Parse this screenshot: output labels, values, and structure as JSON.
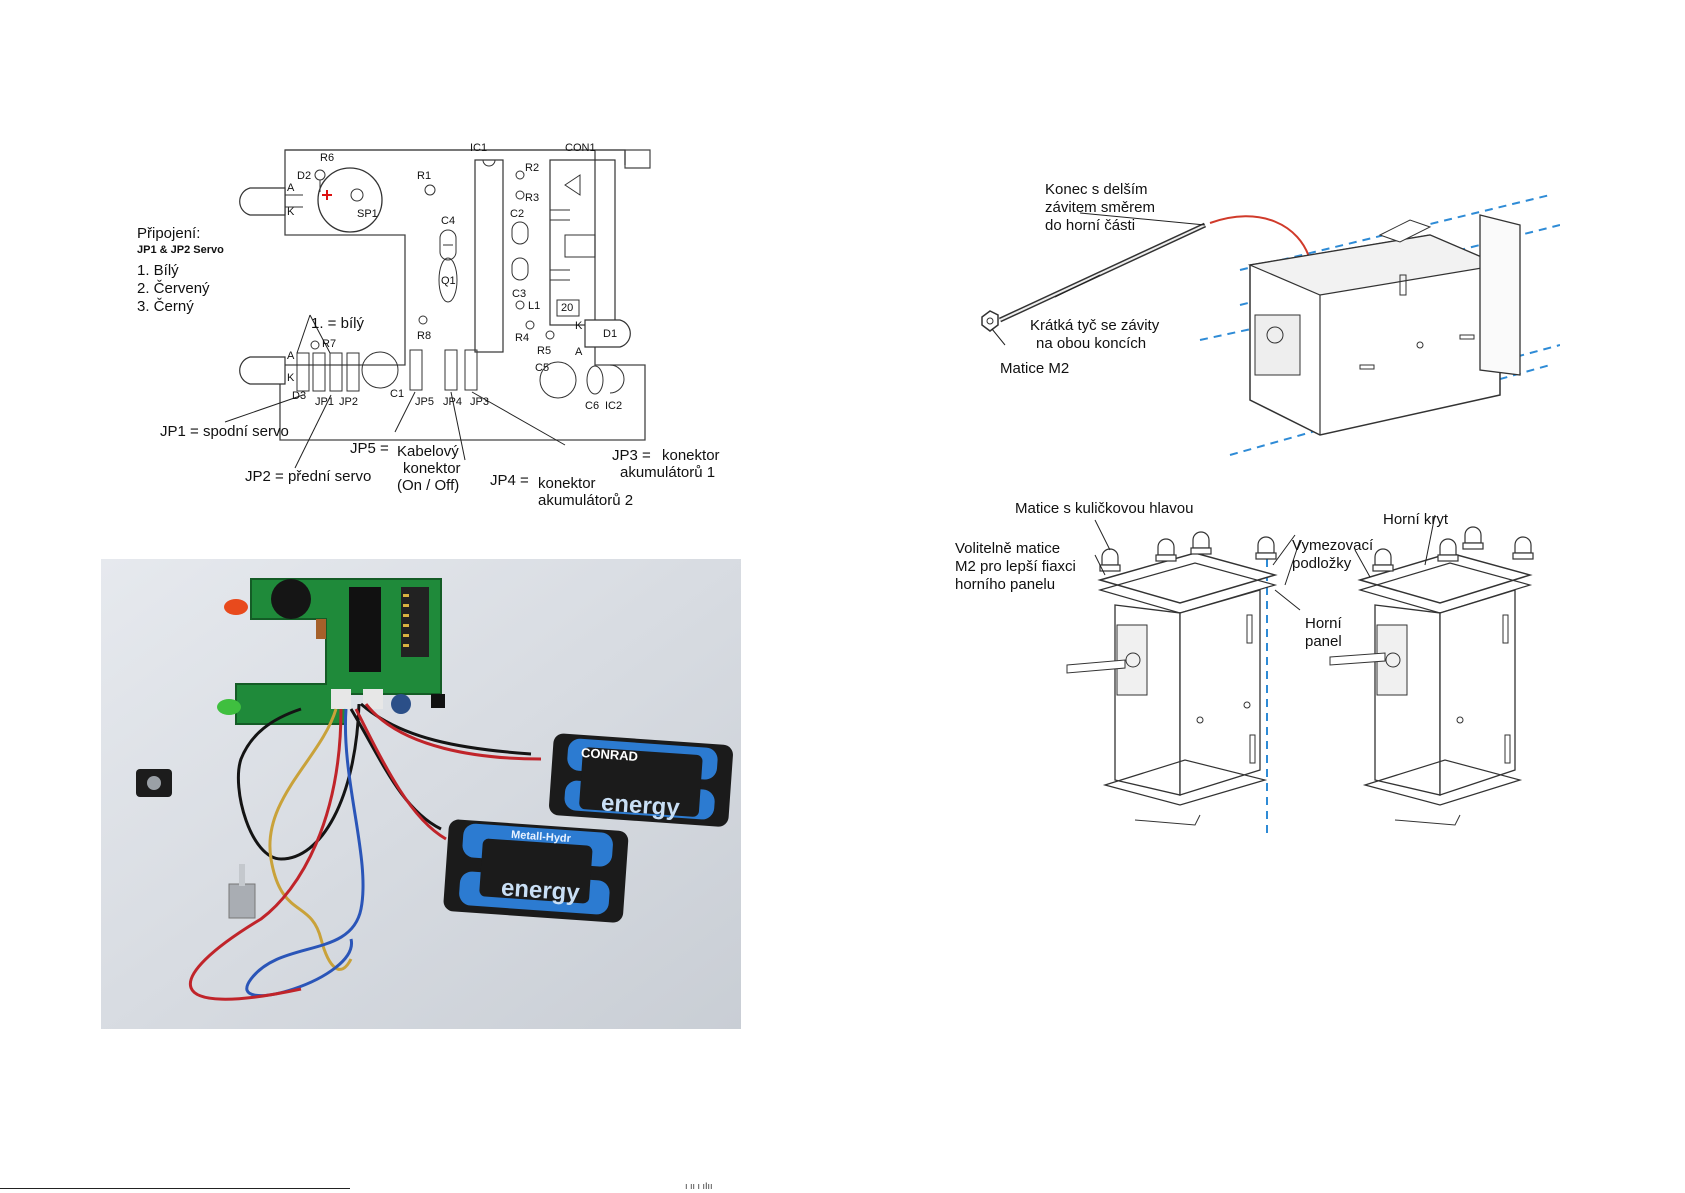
{
  "schematic": {
    "connection_title": "Připojení:",
    "connection_subtitle": "JP1 & JP2 Servo",
    "wire_1": "1. Bílý",
    "wire_2": "2. Červený",
    "wire_3": "3. Černý",
    "pin1_note": "1. = bílý",
    "components": {
      "r6": "R6",
      "d2": "D2",
      "a_top": "A",
      "k_top": "K",
      "sp1": "SP1",
      "r1": "R1",
      "ic1": "IC1",
      "con1": "CON1",
      "r2": "R2",
      "r3": "R3",
      "c2": "C2",
      "c4": "C4",
      "q1": "Q1",
      "c3": "C3",
      "l1": "L1",
      "r8": "R8",
      "r4": "R4",
      "r5": "R5",
      "con_num": "20",
      "d1": "D1",
      "k_d1": "K",
      "a_d1": "A",
      "c5": "C5",
      "c6": "C6",
      "ic2": "IC2",
      "r7": "R7",
      "a_low": "A",
      "k_low": "K",
      "d3": "D3",
      "c1": "C1",
      "jp1": "JP1",
      "jp2": "JP2",
      "jp5": "JP5",
      "jp4": "JP4",
      "jp3": "JP3"
    },
    "legend": {
      "jp1": "JP1 =  spodní servo",
      "jp2": "JP2 = přední servo",
      "jp5_key": "JP5 =",
      "jp5_line1": "Kabelový",
      "jp5_line2": "konektor",
      "jp5_line3": "(On / Off)",
      "jp4_key": "JP4 =",
      "jp4_line1": "konektor",
      "jp4_line2": "akumulátorů 2",
      "jp3_key": "JP3 =",
      "jp3_line1": "konektor",
      "jp3_line2": "akumulátorů 1"
    }
  },
  "photo": {
    "battery_brand_1": "CONRAD",
    "battery_brand_2": "energy",
    "battery_text_1": "Metall-Hydr",
    "battery_text_2": "energy"
  },
  "assembly_top": {
    "rod_end": [
      "Konec s delším",
      "závitem směrem",
      "do horní části"
    ],
    "short_rod": [
      "Krátká tyč se závity",
      "na obou koncích"
    ],
    "nut": "Matice M2"
  },
  "assembly_bottom": {
    "ball_nut": "Matice s kuličkovou hlavou",
    "optional_nut": [
      "Volitelně matice",
      "M2 pro lepší fiaxci",
      "horního panelu"
    ],
    "spacers": [
      "Vymezovací",
      "podložky"
    ],
    "top_cover": "Horní kryt",
    "top_panel": [
      "Horní",
      "panel"
    ]
  },
  "footer": {
    "page_mark": "ı ıı ı ıIıı"
  },
  "colors": {
    "pcb_green": "#1f8a3a",
    "wire_red": "#c0242a",
    "wire_blue": "#2a55b8",
    "wire_yellow": "#c9a23a",
    "battery_blue": "#2c7bd1",
    "battery_black": "#1b1b1b",
    "guide_blue": "#2e8bd6",
    "arrow_red": "#d03a2a"
  }
}
